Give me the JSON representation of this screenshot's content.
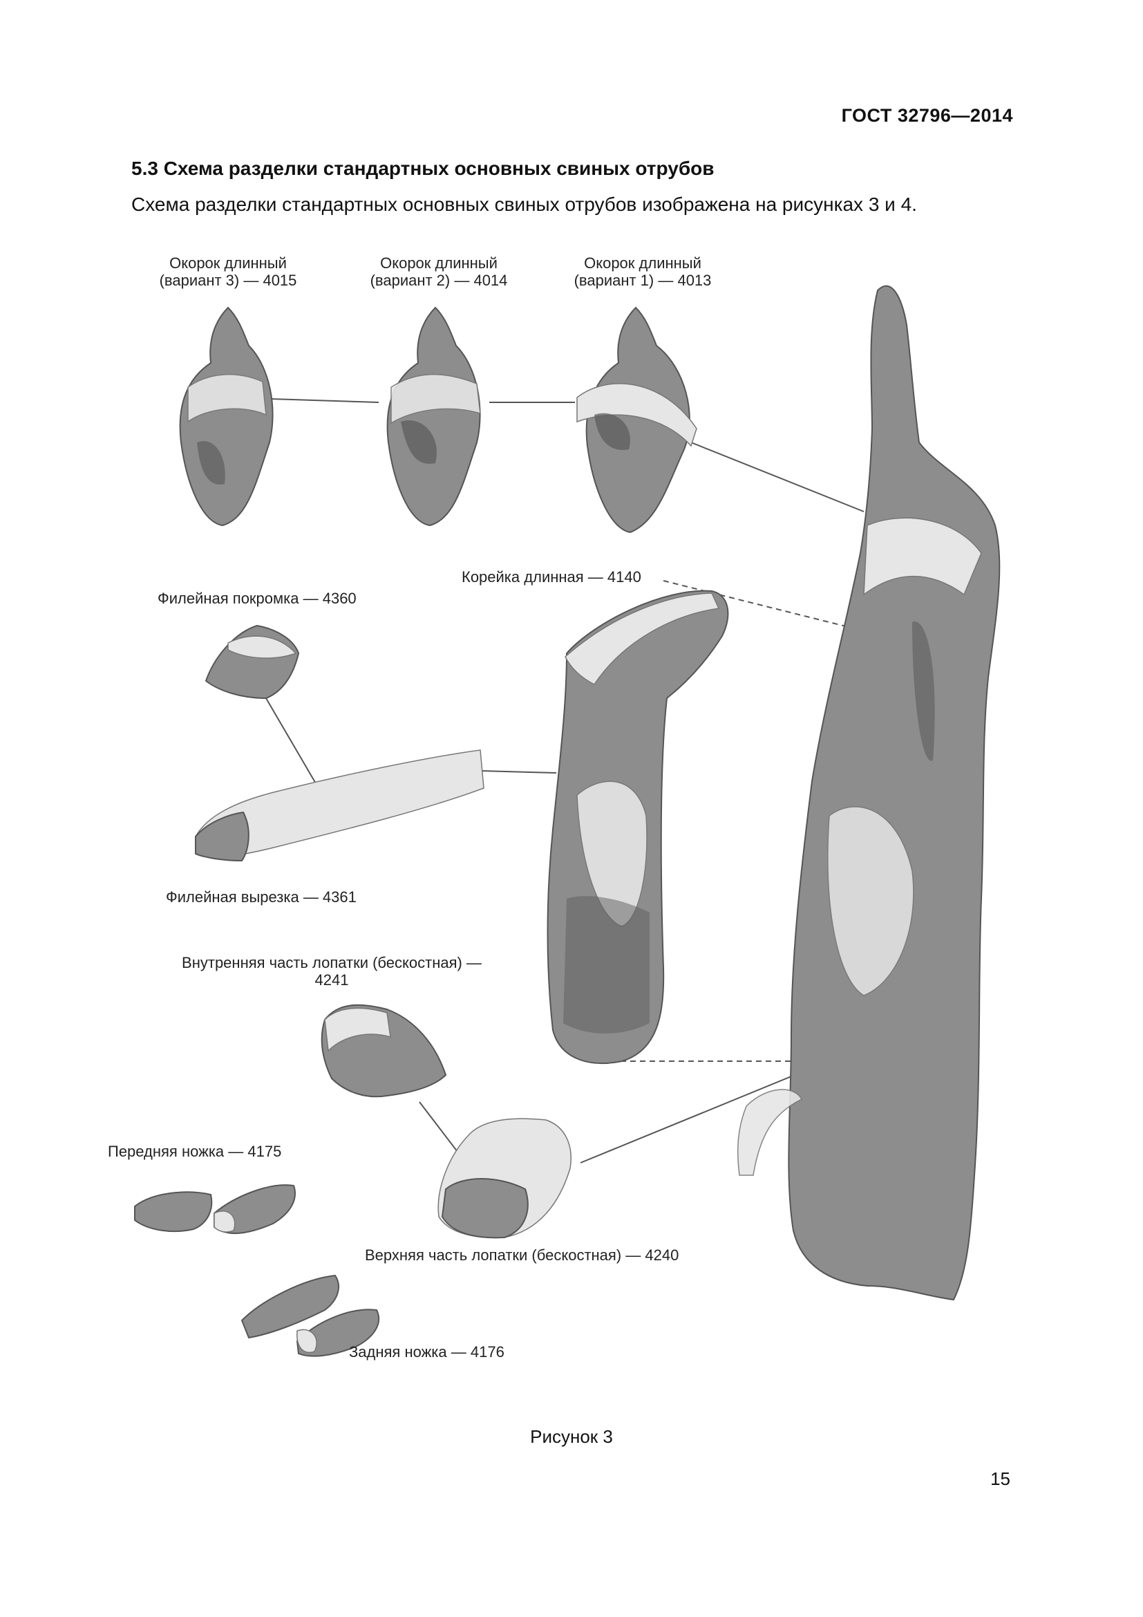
{
  "header": {
    "doc_code": "ГОСТ 32796—2014"
  },
  "section": {
    "title": "5.3 Схема разделки стандартных основных свиных отрубов",
    "text": "Схема разделки стандартных основных свиных отрубов изображена на рисунках 3 и 4."
  },
  "figure": {
    "labels": {
      "ham_v3_line1": "Окорок длинный",
      "ham_v3_line2": "(вариант 3) — 4015",
      "ham_v2_line1": "Окорок длинный",
      "ham_v2_line2": "(вариант 2) — 4014",
      "ham_v1_line1": "Окорок длинный",
      "ham_v1_line2": "(вариант 1) — 4013",
      "loin_long": "Корейка длинная — 4140",
      "fillet_trim": "Филейная покромка — 4360",
      "tenderloin": "Филейная вырезка — 4361",
      "shoulder_inner_line1": "Внутренняя часть лопатки (бескостная) —",
      "shoulder_inner_line2": "4241",
      "front_shank": "Передняя ножка — 4175",
      "shoulder_upper": "Верхняя часть лопатки (бескостная) — 4240",
      "hind_shank": "Задняя ножка — 4176"
    },
    "caption": "Рисунок 3"
  },
  "footer": {
    "page_number": "15"
  }
}
